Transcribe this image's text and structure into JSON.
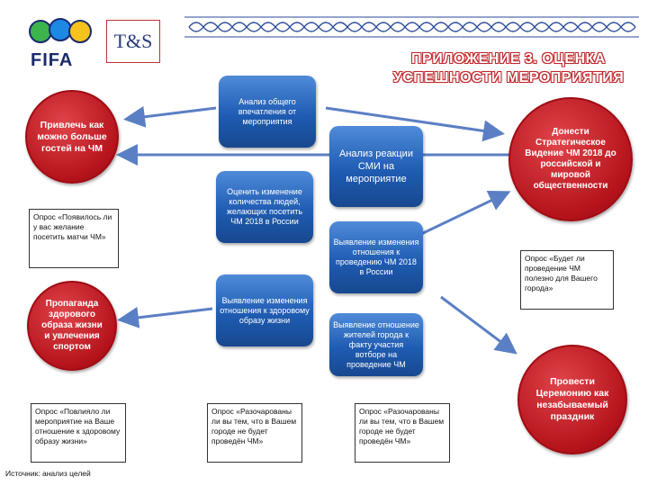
{
  "header": {
    "fifa_logo_text": "FIFA",
    "ts_logo_text": "T&S",
    "title_line1": "ПРИЛОЖЕНИЕ 3. ОЦЕНКА",
    "title_line2": "УСПЕШНОСТИ МЕРОПРИЯТИЯ"
  },
  "goals": {
    "attract_guests": "Привлечь как можно больше гостей на ЧМ",
    "healthy_lifestyle": "Пропаганда здорового образа жизни и увлечения спортом",
    "strategic_vision": "Донести Стратегическое Видение ЧМ 2018 до российской и мировой общественности",
    "memorable_ceremony": "Провести Церемонию как незабываемый праздник"
  },
  "analysis": {
    "overall_impression": "Анализ общего впечатления от мероприятия",
    "visitor_change": "Оценить изменение количества людей, желающих посетить ЧМ 2018 в России",
    "healthy_attitude": "Выявление изменения отношения к здоровому образу жизни",
    "media_reaction": "Анализ реакции СМИ на мероприятие",
    "attitude_change": "Выявление изменения отношения к проведению ЧМ 2018 в России",
    "residents_attitude": "Выявление отношение жителей города к факту участия вотборе на проведение ЧМ"
  },
  "surveys": {
    "desire": "Опрос «Появилось ли у вас желание посетить матчи ЧМ»",
    "influence": "Опрос «Повлияло ли мероприятие на Ваше отношение к здоровому образу жизни»",
    "disappointed_1": "Опрос «Разочарованы ли вы тем, что в Вашем городе не будет проведён ЧМ»",
    "disappointed_2": "Опрос «Разочарованы ли вы тем, что в Вашем городе не будет проведён ЧМ»",
    "useful": "Опрос «Будет ли проведение ЧМ полезно для Вашего города»"
  },
  "footer": {
    "source": "Источник: анализ целей"
  },
  "colors": {
    "goal_red": "#b5131b",
    "analysis_blue": "#1f5cb3",
    "arrow_blue": "#5b7fc4"
  }
}
